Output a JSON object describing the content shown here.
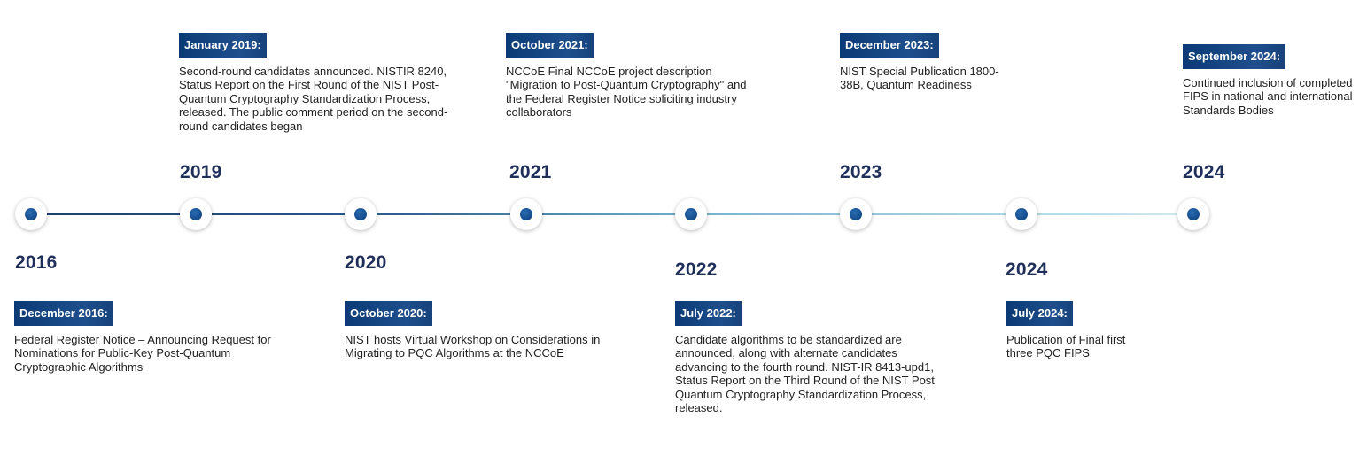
{
  "events": [
    {
      "year": "2016",
      "date": "December 2016:",
      "text": "Federal Register Notice – Announcing Request for Nominations for Public-Key Post-Quantum Cryptographic Algorithms"
    },
    {
      "year": "2019",
      "date": "January 2019:",
      "text": "Second-round candidates announced. NISTIR 8240, Status Report on the First Round of the NIST Post-Quantum Cryptography Standardization Process, released. The public comment period on the second-round candidates began"
    },
    {
      "year": "2020",
      "date": "October 2020:",
      "text": " NIST hosts Virtual Workshop on Considerations in Migrating to PQC Algorithms at the NCCoE"
    },
    {
      "year": "2021",
      "date": "October 2021:",
      "text": "NCCoE Final NCCoE project description \"Migration to Post-Quantum Cryptography\" and the Federal Register Notice soliciting industry collaborators"
    },
    {
      "year": "2022",
      "date": "July 2022:",
      "text": "Candidate algorithms to be standardized are announced, along with alternate candidates advancing to the fourth round. NIST-IR 8413-upd1, Status Report on the Third Round of the NIST Post Quantum Cryptography Standardization Process, released."
    },
    {
      "year": "2023",
      "date": "December 2023:",
      "text": "NIST Special Publication 1800-38B, Quantum Readiness"
    },
    {
      "year": "2024",
      "date": "July 2024:",
      "text": "Publication of Final first three PQC FIPS"
    },
    {
      "year": "2024",
      "date": "September 2024:",
      "text": "Continued inclusion of completed FIPS in national and international Standards Bodies"
    }
  ]
}
